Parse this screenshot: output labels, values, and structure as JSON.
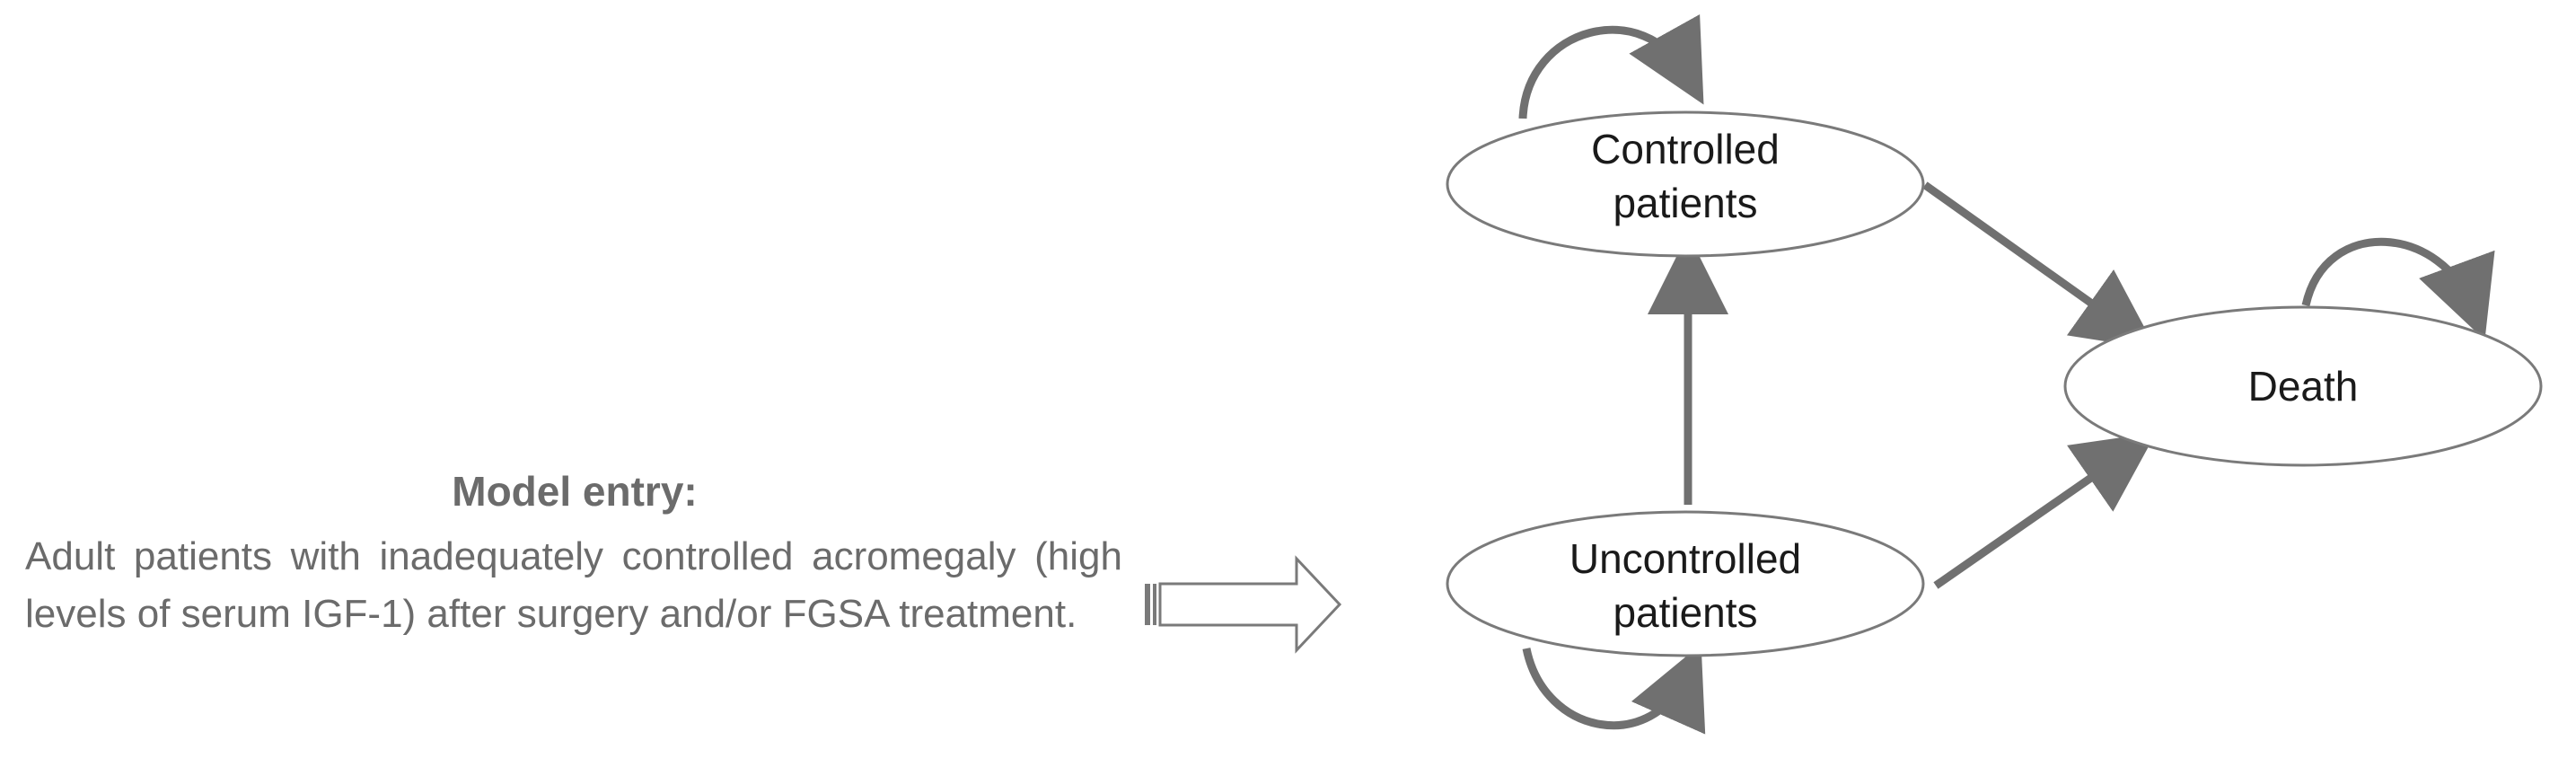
{
  "model_entry": {
    "heading": "Model entry:",
    "description": "Adult patients with inadequately controlled acromegaly (high levels of serum IGF-1) after surgery and/or FGSA treatment."
  },
  "states": {
    "controlled": {
      "line1": "Controlled",
      "line2": "patients"
    },
    "uncontrolled": {
      "line1": "Uncontrolled",
      "line2": "patients"
    },
    "death": {
      "label": "Death"
    }
  },
  "colors": {
    "arrow": "#707070",
    "outline": "#7a7a7a",
    "text": "#1a1a1a",
    "entry_text": "#6b6b6b"
  }
}
